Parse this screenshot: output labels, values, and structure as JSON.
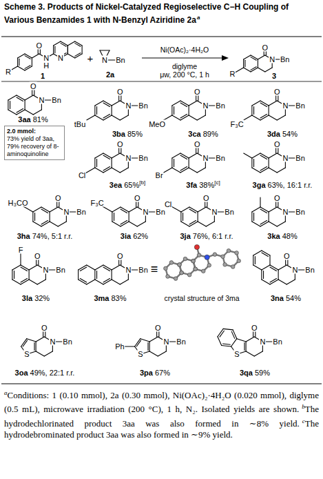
{
  "diagram": {
    "title": "Scheme 3. Products of Nickel-Catalyzed Regioselective C−H Coupling of Various Benzamides 1 with N-Benzyl Aziridine 2a",
    "caption": "Conditions: 1 (0.10 mmol), 2a (0.30 mmol), Ni(OAc)₂·4H₂O (0.020 mmol), diglyme (0.5 mL), microwave irradiation (200 °C), 1 h, N₂. Isolated yields are shown.",
    "nodes": [
      {
        "text": [
          "2.0 mmol:",
          "73% yield of 3aa, 79% recovery of 8-aminoquinoline"
        ]
      }
    ],
    "labels": [
      "a",
      "R",
      "O",
      "N",
      "H",
      "N",
      "1",
      "+",
      "N",
      "Bn",
      "2a",
      "Ni(OAc)₂·4H₂O",
      "diglyme",
      "μw, 200 °C, 1 h",
      "R",
      "O",
      "N",
      "Bn",
      "3",
      "O",
      "N",
      "Bn",
      "3aa",
      "81%",
      "O",
      "N",
      "Bn",
      "tBu",
      "3ba",
      "85%",
      "O",
      "N",
      "Bn",
      "MeO",
      "3ca",
      "89%",
      "O",
      "N",
      "Bn",
      "F₃C",
      "3da",
      "54%",
      "O",
      "N",
      "Bn",
      "Cl",
      "3ea",
      "65%",
      "[b]",
      "O",
      "N",
      "Bn",
      "Br",
      "3fa",
      "38%",
      "[c]",
      "O",
      "N",
      "Bn",
      "3ga",
      "63%, 16:1 r.r.",
      "O",
      "N",
      "Bn",
      "H₃CO",
      "3ha",
      "74%, 5:1 r.r.",
      "O",
      "N",
      "Bn",
      "F₃C",
      "3ia",
      "62%",
      "O",
      "N",
      "Bn",
      "Cl",
      "3ja",
      "76%, 6:1 r.r.",
      "O",
      "N",
      "Bn",
      "3ka",
      "48%",
      "O",
      "N",
      "Bn",
      "F",
      "3la",
      "32%",
      "O",
      "N",
      "Bn",
      "3ma",
      "83%",
      "≡",
      "crystal structure of 3ma",
      "O",
      "N",
      "Bn",
      "3na",
      "54%",
      "O",
      "N",
      "Bn",
      "S",
      "3oa",
      "49%, 22:1 r.r.",
      "O",
      "N",
      "Bn",
      "S",
      "Ph",
      "3pa",
      "67%",
      "O",
      "N",
      "Bn",
      "S",
      "3qa",
      "59%",
      "a",
      "b",
      "The hydrodechlorinated product 3aa was also formed in ∼8% yield.",
      "c",
      "The hydrodebrominated product 3aa was also formed in ∼9% yield."
    ]
  }
}
